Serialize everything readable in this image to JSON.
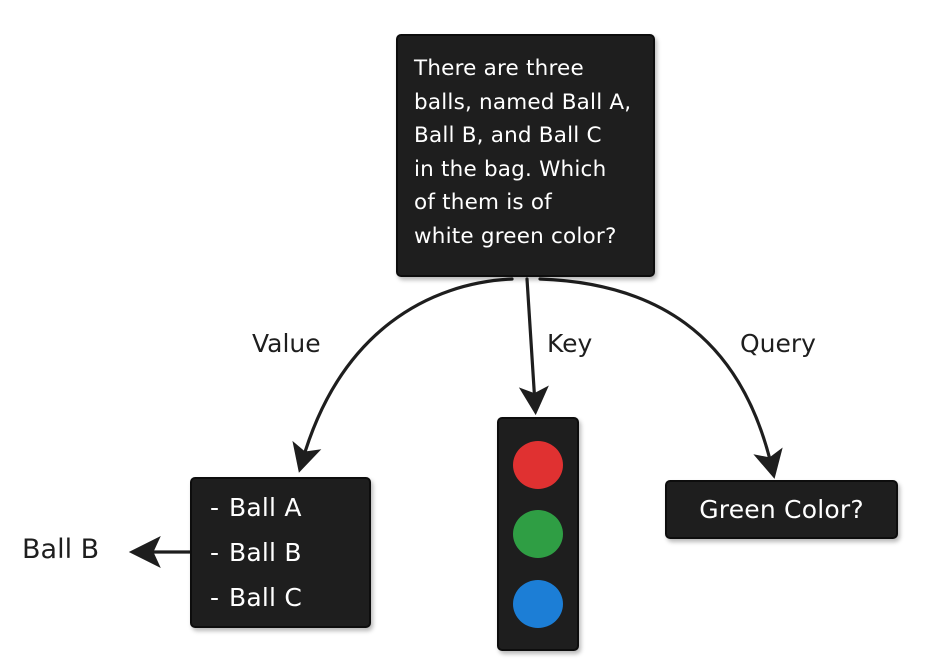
{
  "diagram": {
    "title_text": "There are three\nballs, named Ball A,\nBall B, and Ball C\nin the bag. Which\nof them is of\nwhite green color?",
    "colors": {
      "box_fill": "#1e1e1e",
      "box_stroke": "#0d0d0d",
      "text_on_box": "#ffffff",
      "text_on_canvas": "#1e1e1e",
      "background": "#ffffff",
      "red_light": "#e03131",
      "green_light": "#2f9e44",
      "blue_light": "#1c7ed6",
      "arrow": "#1e1e1e"
    },
    "question_box": {
      "name": "question-box",
      "text": "There are three\nballs, named Ball A,\nBall B, and Ball C\nin the bag. Which\nof them is of\nwhite green color?"
    },
    "edges": [
      {
        "label": "Value",
        "from": "question-box",
        "to": "value-box"
      },
      {
        "label": "Key",
        "from": "question-box",
        "to": "key-box"
      },
      {
        "label": "Query",
        "from": "question-box",
        "to": "query-box"
      }
    ],
    "edge_labels": {
      "value": "Value",
      "key": "Key",
      "query": "Query"
    },
    "value_box": {
      "name": "value-box",
      "bullet": "-",
      "items": [
        {
          "bullet": "-",
          "label": "Ball A"
        },
        {
          "bullet": "-",
          "label": "Ball B"
        },
        {
          "bullet": "-",
          "label": "Ball C"
        }
      ]
    },
    "key_box": {
      "name": "traffic-light",
      "lights": [
        {
          "name": "red-light",
          "color": "#e03131"
        },
        {
          "name": "green-light",
          "color": "#2f9e44"
        },
        {
          "name": "blue-light",
          "color": "#1c7ed6"
        }
      ]
    },
    "query_box": {
      "name": "query-box",
      "text": "Green Color?"
    },
    "output": {
      "name": "output-label",
      "text": "Ball B"
    }
  }
}
